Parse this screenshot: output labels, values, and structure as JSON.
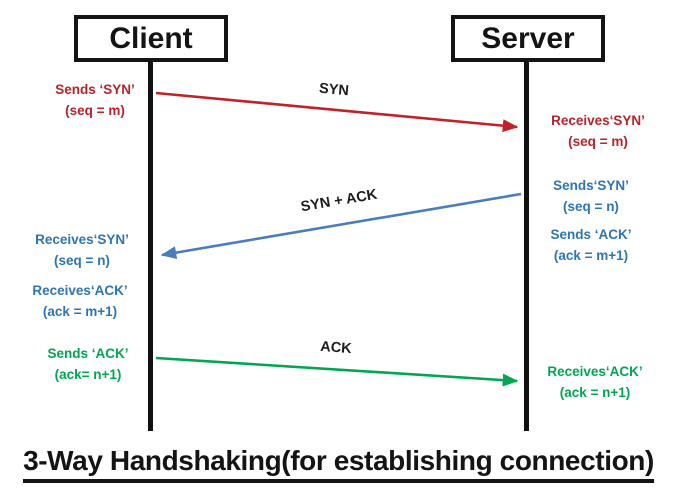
{
  "title": "3-Way Handshaking(for establishing connection)",
  "actors": {
    "client": "Client",
    "server": "Server"
  },
  "arrows": [
    {
      "label": "SYN",
      "direction": "client-to-server"
    },
    {
      "label": "SYN + ACK",
      "direction": "server-to-client"
    },
    {
      "label": "ACK",
      "direction": "client-to-server"
    }
  ],
  "annotations": {
    "client": [
      {
        "line1": "Sends ‘SYN’",
        "line2": "(seq = m)"
      },
      {
        "line1": "Receives‘SYN’",
        "line2": "(seq = n)"
      },
      {
        "line1": "Receives‘ACK’",
        "line2": "(ack = m+1)"
      },
      {
        "line1": "Sends ‘ACK’",
        "line2": "(ack= n+1)"
      }
    ],
    "server": [
      {
        "line1": "Receives‘SYN’",
        "line2": "(seq = m)"
      },
      {
        "line1": "Sends‘SYN’",
        "line2": "(seq = n)"
      },
      {
        "line1": "Sends ‘ACK’",
        "line2": "(ack = m+1)"
      },
      {
        "line1": "Receives‘ACK’",
        "line2": "(ack = n+1)"
      }
    ]
  },
  "colors": {
    "syn_arrow": "#c0222a",
    "syn_ack_arrow": "#4a7ebb",
    "ack_arrow": "#00a651",
    "text_red": "#b6232b",
    "text_blue": "#2e75b6",
    "text_green": "#00a651",
    "line_black": "#111111"
  }
}
